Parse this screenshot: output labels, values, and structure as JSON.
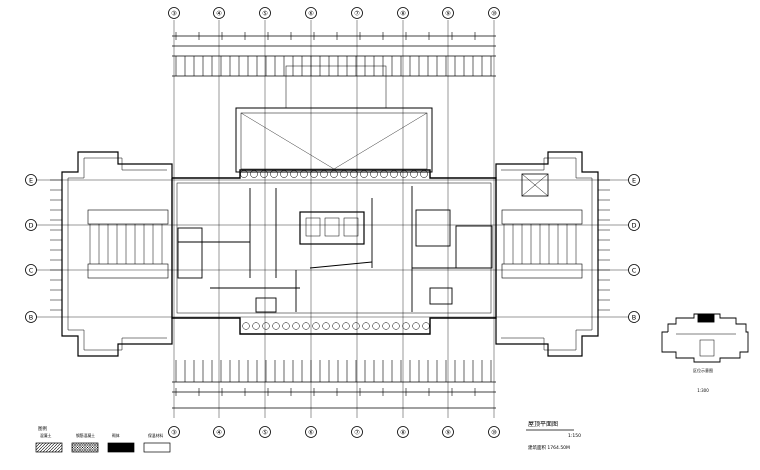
{
  "drawing": {
    "column_axes": [
      "③",
      "④",
      "⑤",
      "⑥",
      "⑦",
      "⑧",
      "⑨",
      "⑩"
    ],
    "row_axes_left": [
      "E",
      "D",
      "C",
      "B"
    ],
    "row_axes_right": [
      "E",
      "D",
      "C",
      "B"
    ],
    "title": "屋顶平面图",
    "scale_label": "1:150",
    "note": "建筑面积 1764.50M",
    "key_plan_scale": "1:300",
    "key_plan_caption": "区位示意图",
    "legend_title": "图例",
    "legend_items": [
      "混凝土",
      "钢筋混凝土",
      "砌体",
      "保温材料"
    ]
  }
}
